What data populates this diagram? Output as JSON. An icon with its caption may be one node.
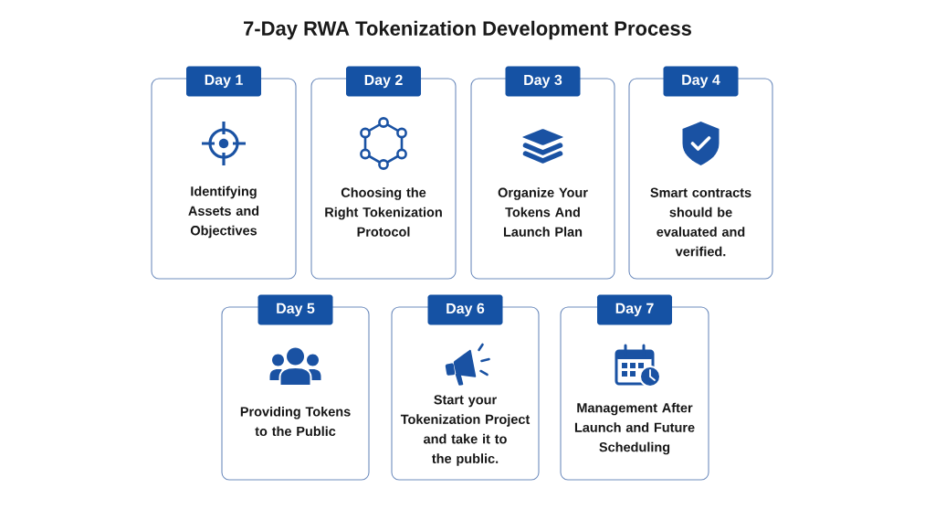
{
  "diagram": {
    "title": "7-Day RWA Tokenization Development Process",
    "nodes": [
      {
        "text": [
          "Day 1",
          "Identifying Assets and Objectives"
        ]
      },
      {
        "text": [
          "Day 2",
          "Choosing the Right Tokenization Protocol"
        ]
      },
      {
        "text": [
          "Day 3",
          "Organize Your Tokens And Launch Plan"
        ]
      },
      {
        "text": [
          "Day 4",
          "Smart contracts should be evaluated and verified."
        ]
      },
      {
        "text": [
          "Day 5",
          "Providing Tokens to the Public"
        ]
      },
      {
        "text": [
          "Day 6",
          "Start your Tokenization Project and take it to the public."
        ]
      },
      {
        "text": [
          "Day 7",
          "Management After Launch and Future Scheduling"
        ]
      }
    ]
  }
}
